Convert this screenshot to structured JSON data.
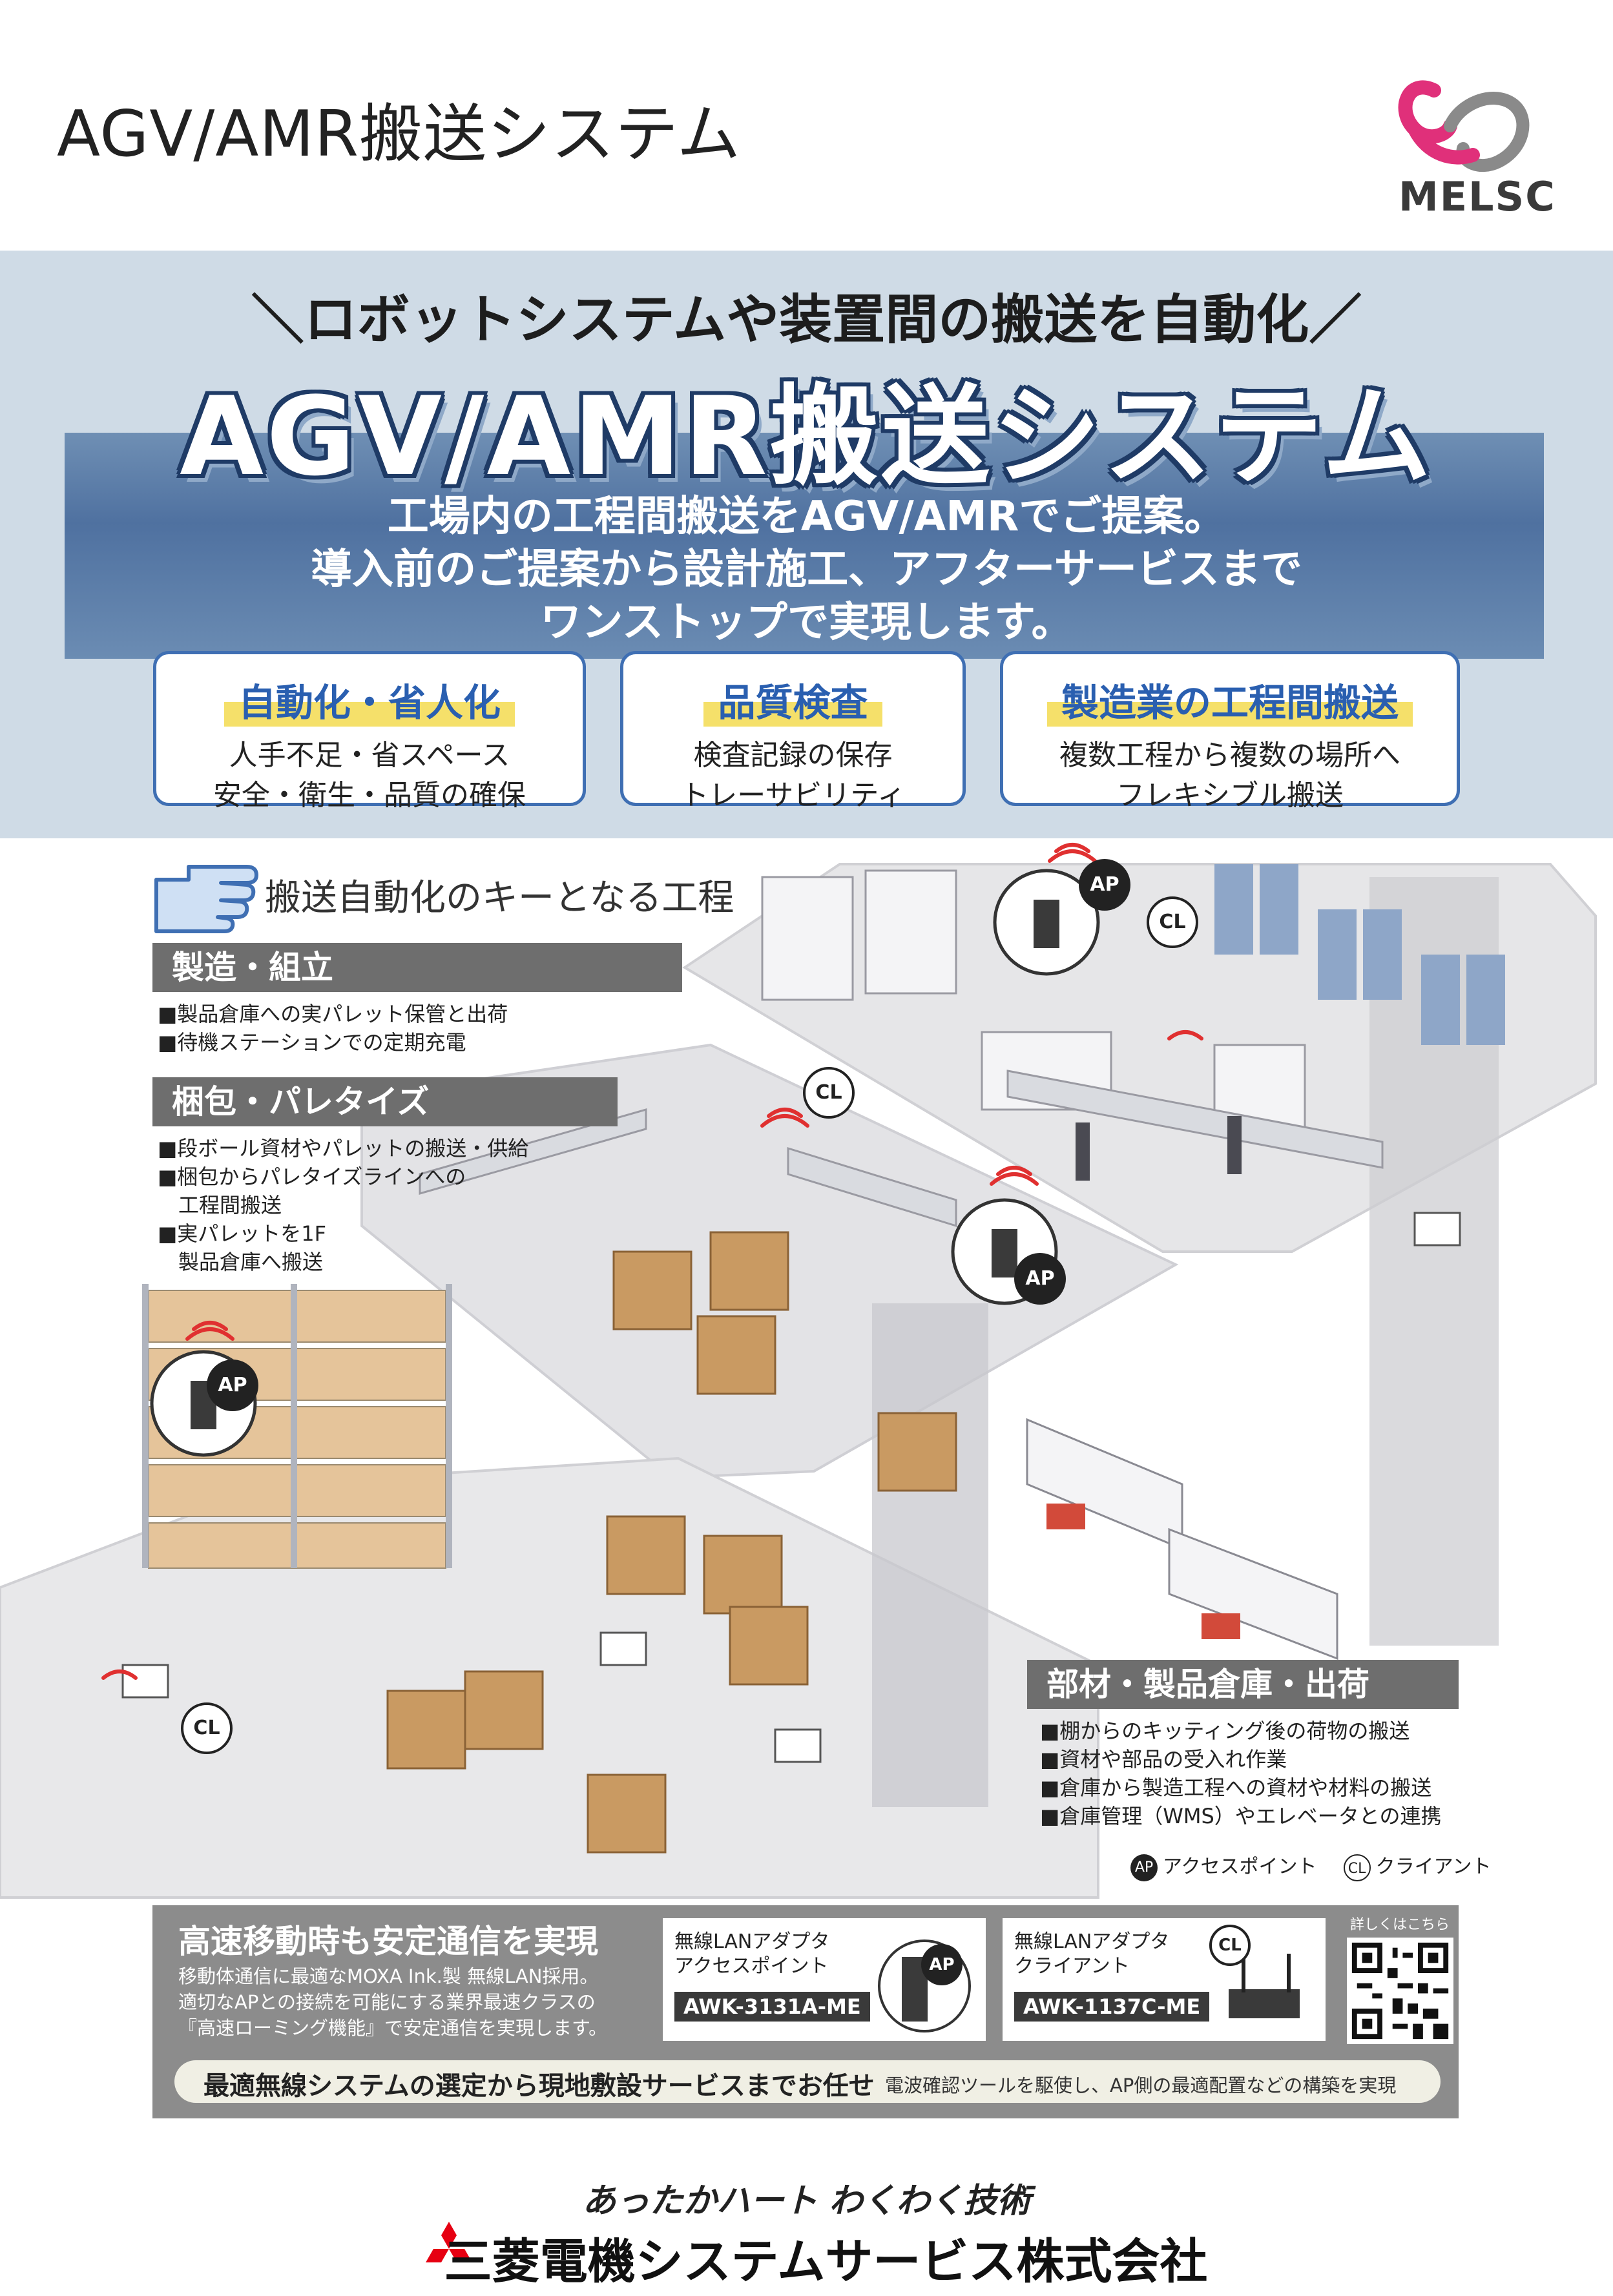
{
  "header": {
    "title": "AGV/AMR搬送システム",
    "logo_text": "MELSC"
  },
  "hero": {
    "tagline": "＼ロボットシステムや装置間の搬送を自動化／",
    "title": "AGV/AMR搬送システム",
    "lead": [
      "工場内の工程間搬送をAGV/AMRでご提案。",
      "導入前のご提案から設計施工、アフターサービスまで",
      "ワンストップで実現します。"
    ]
  },
  "features": [
    {
      "title": "自動化・省人化",
      "lines": [
        "人手不足・省スペース",
        "安全・衛生・品質の確保"
      ]
    },
    {
      "title": "品質検査",
      "lines": [
        "検査記録の保存",
        "トレーサビリティ"
      ]
    },
    {
      "title": "製造業の工程間搬送",
      "lines": [
        "複数工程から複数の場所へ",
        "フレキシブル搬送"
      ]
    }
  ],
  "key_processes": {
    "title": "搬送自動化のキーとなる工程",
    "sections": [
      {
        "name": "製造・組立",
        "bullets": [
          "■製品倉庫への実パレット保管と出荷",
          "■待機ステーションでの定期充電"
        ]
      },
      {
        "name": "梱包・パレタイズ",
        "bullets": [
          "■段ボール資材やパレットの搬送・供給",
          "■梱包からパレタイズラインへの",
          "　工程間搬送",
          "■実パレットを1F",
          "　製品倉庫へ搬送"
        ]
      },
      {
        "name": "部材・製品倉庫・出荷",
        "bullets": [
          "■棚からのキッティング後の荷物の搬送",
          "■資材や部品の受入れ作業",
          "■倉庫から製造工程への資材や材料の搬送",
          "■倉庫管理（WMS）やエレベータとの連携"
        ]
      }
    ],
    "legend": {
      "ap_icon": "AP",
      "ap_label": "アクセスポイント",
      "cl_icon": "CL",
      "cl_label": "クライアント"
    }
  },
  "scene_badges": {
    "ap": "AP",
    "cl": "CL"
  },
  "info": {
    "title": "高速移動時も安定通信を実現",
    "body": [
      "移動体通信に最適なMOXA Ink.製 無線LAN採用。",
      "適切なAPとの接続を可能にする業界最速クラスの",
      "『高速ローミング機能』で安定通信を実現します。"
    ],
    "products": [
      {
        "label1": "無線LANアダプタ",
        "label2": "アクセスポイント",
        "model": "AWK-3131A-ME",
        "badge": "AP"
      },
      {
        "label1": "無線LANアダプタ",
        "label2": "クライアント",
        "model": "AWK-1137C-ME",
        "badge": "CL"
      }
    ],
    "qr_label": "詳しくはこちら",
    "pill_main": "最適無線システムの選定から現地敷設サービスまでお任せ",
    "pill_sub": "電波確認ツールを駆使し、AP側の最適配置などの構築を実現"
  },
  "footer": {
    "motto": "あったかハート わくわく技術",
    "company": "三菱電機システムサービス株式会社"
  },
  "colors": {
    "accent_blue": "#3f6fb3",
    "hero_bg": "#cfdbe6",
    "highlight": "#f5e06a",
    "gray_bar": "#6e6e6e",
    "logo_pink": "#e0307a"
  }
}
